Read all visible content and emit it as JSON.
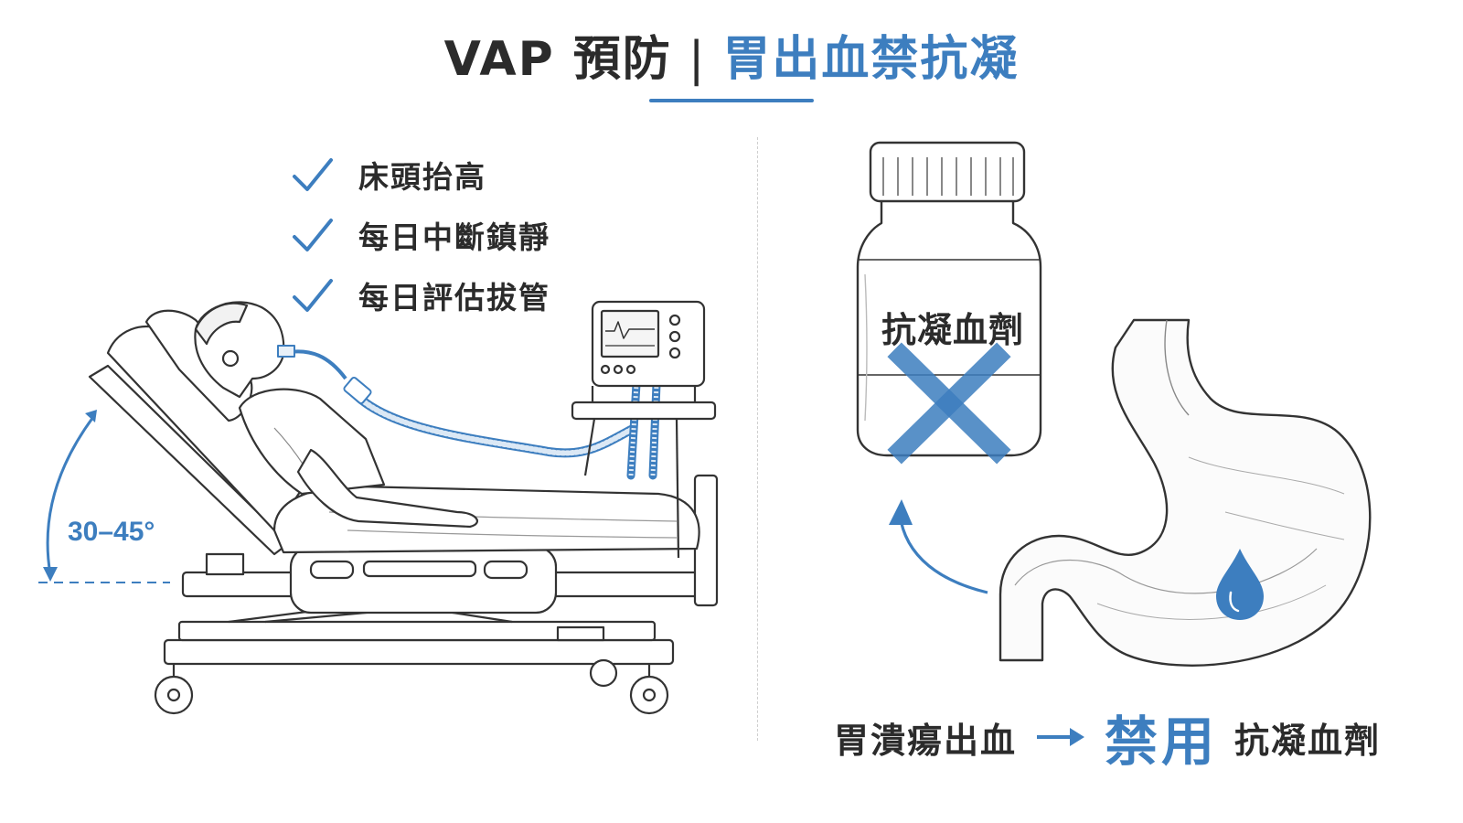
{
  "title": {
    "left": "VAP 預防",
    "separator": "|",
    "right": "胃出血禁抗凝"
  },
  "checklist": [
    {
      "icon": "check-icon",
      "text": "床頭抬高"
    },
    {
      "icon": "check-icon",
      "text": "每日中斷鎮靜"
    },
    {
      "icon": "check-icon",
      "text": "每日評估拔管"
    }
  ],
  "angle_label": "30–45°",
  "bottle": {
    "label": "抗凝血劑",
    "mark": "x-mark-icon"
  },
  "caption": {
    "cause": "胃潰瘍出血",
    "arrow": "arrow-right-icon",
    "ban": "禁用",
    "drug": "抗凝血劑"
  },
  "colors": {
    "accent": "#3d7ebf",
    "text": "#2b2b2b",
    "line": "#333333"
  }
}
